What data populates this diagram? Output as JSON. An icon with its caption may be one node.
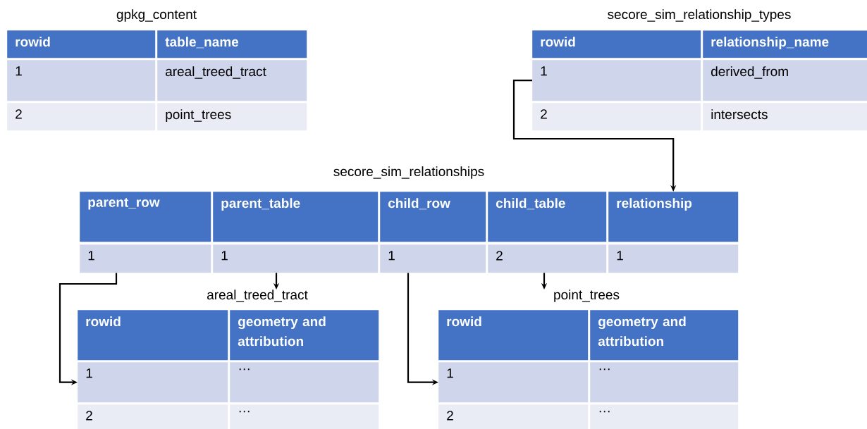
{
  "diagram": {
    "nodes": [
      {
        "text": [
          "gpkg_content"
        ]
      },
      {
        "text": [
          "rowid"
        ]
      },
      {
        "text": [
          "table_name"
        ]
      },
      {
        "text": [
          "1"
        ]
      },
      {
        "text": [
          "areal_treed_tract"
        ]
      },
      {
        "text": [
          "2"
        ]
      },
      {
        "text": [
          "point_trees"
        ]
      },
      {
        "text": [
          "secore_sim_relationship_types"
        ]
      },
      {
        "text": [
          "rowid"
        ]
      },
      {
        "text": [
          "relationship_name"
        ]
      },
      {
        "text": [
          "1"
        ]
      },
      {
        "text": [
          "derived_from"
        ]
      },
      {
        "text": [
          "2"
        ]
      },
      {
        "text": [
          "intersects"
        ]
      },
      {
        "text": [
          "secore_sim_relationships"
        ]
      },
      {
        "text": [
          "parent_row"
        ]
      },
      {
        "text": [
          "parent_table"
        ]
      },
      {
        "text": [
          "child_row"
        ]
      },
      {
        "text": [
          "child_table"
        ]
      },
      {
        "text": [
          "relationship"
        ]
      },
      {
        "text": [
          "1"
        ]
      },
      {
        "text": [
          "1"
        ]
      },
      {
        "text": [
          "1"
        ]
      },
      {
        "text": [
          "2"
        ]
      },
      {
        "text": [
          "1"
        ]
      },
      {
        "text": [
          "areal_treed_tract"
        ]
      },
      {
        "text": [
          "rowid"
        ]
      },
      {
        "text": [
          "geometry and attribution"
        ]
      },
      {
        "text": [
          "1"
        ]
      },
      {
        "text": [
          "…"
        ]
      },
      {
        "text": [
          "2"
        ]
      },
      {
        "text": [
          "…"
        ]
      },
      {
        "text": [
          "point_trees"
        ]
      },
      {
        "text": [
          "rowid"
        ]
      },
      {
        "text": [
          "geometry and attribution"
        ]
      },
      {
        "text": [
          "1"
        ]
      },
      {
        "text": [
          "…"
        ]
      },
      {
        "text": [
          "2"
        ]
      },
      {
        "text": [
          "…"
        ]
      }
    ],
    "edges": [
      {
        "from": 10,
        "to": 19,
        "arrow": "to"
      },
      {
        "from": 20,
        "to": 28,
        "arrow": "to"
      },
      {
        "from": 21,
        "to": 25,
        "arrow": "to"
      },
      {
        "from": 22,
        "to": 35,
        "arrow": "to"
      },
      {
        "from": 23,
        "to": 32,
        "arrow": "to"
      }
    ]
  }
}
